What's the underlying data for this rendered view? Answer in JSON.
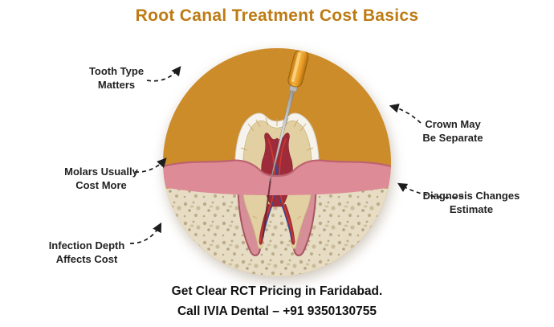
{
  "title": "Root Canal Treatment Cost Basics",
  "labels": {
    "tooth_type": "Tooth Type\nMatters",
    "molars": "Molars Usually\nCost More",
    "infection": "Infection Depth\nAffects Cost",
    "crown": "Crown May\nBe Separate",
    "diagnosis": "Diagnosis Changes\nEstimate"
  },
  "footer": {
    "line1": "Get Clear RCT Pricing in Faridabad.",
    "line2": "Call IVIA Dental – +91 9350130755"
  },
  "colors": {
    "title_accent": "#bd7b14",
    "circle_background": "#cd8c2a",
    "gum_pink": "#dd8b96",
    "bone_beige": "#e7ddc4",
    "pulp_red": "#9e2b3a",
    "file_handle_orange": "#e89a25",
    "label_text": "#222222",
    "footer_text": "#111111"
  },
  "illustration": {
    "description": "Tooth cross-section with endodontic file inside golden circle"
  }
}
